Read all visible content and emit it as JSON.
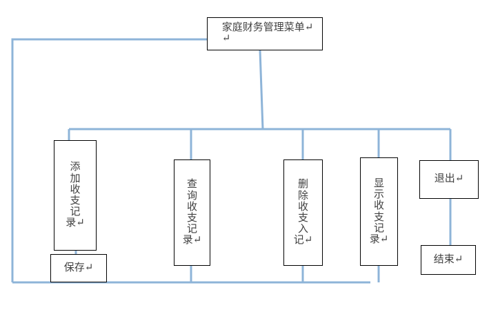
{
  "diagram": {
    "type": "hierarchy-flowchart",
    "title_node": {
      "label": "家庭财务管理菜单↵\n↵",
      "plain": "家庭财务管理菜单"
    },
    "branches": [
      {
        "id": "add",
        "label": "添\n加\n收\n支\n记\n录↵",
        "plain": "添加收支记录"
      },
      {
        "id": "query",
        "label": "查\n询\n收\n支\n记\n录↵",
        "plain": "查询收支记录"
      },
      {
        "id": "delete",
        "label": "删\n除\n收\n支\n入\n记↵",
        "plain": "删除收支入记"
      },
      {
        "id": "display",
        "label": "显\n示\n收\n支\n记\n录↵",
        "plain": "显示收支记录"
      },
      {
        "id": "exit",
        "label": "退出↵",
        "plain": "退出"
      }
    ],
    "sub_nodes": [
      {
        "id": "save",
        "label": "保存↵",
        "plain": "保存"
      },
      {
        "id": "end",
        "label": "结束↵",
        "plain": "结束"
      }
    ],
    "colors": {
      "connector": "#8EB4D8",
      "box_border": "#000000",
      "text": "#404040",
      "background": "#FFFFFF"
    }
  }
}
